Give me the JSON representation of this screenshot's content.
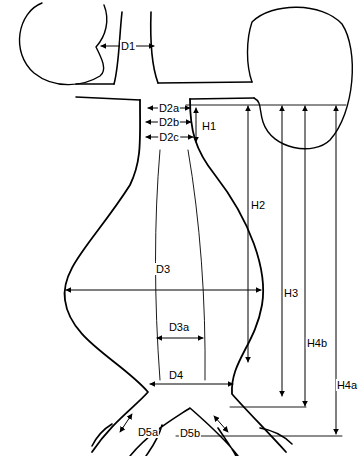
{
  "diagram": {
    "labels": [
      "D1",
      "D2a",
      "D2b",
      "D2c",
      "H1",
      "H2",
      "H3",
      "H4b",
      "H4a",
      "D3",
      "D3a",
      "D4",
      "D5a",
      "D5b"
    ]
  }
}
